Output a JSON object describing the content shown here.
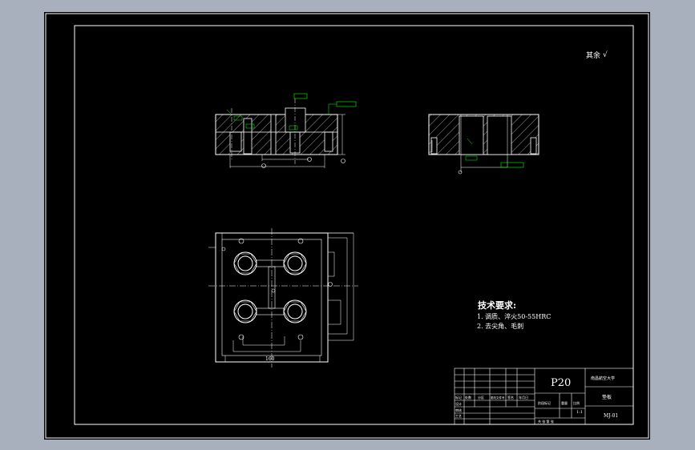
{
  "drawing": {
    "roughness_note": "其余",
    "technical_requirements": {
      "title": "技术要求:",
      "items": [
        "1. 调质、淬火50-55HRC",
        "2. 去尖角、毛刺"
      ]
    },
    "title_block": {
      "part_code": "P20",
      "school": "南昌航空大学",
      "part_name": "垫板",
      "drawing_no": "MJ-01",
      "scale": "1:1",
      "header_labels": [
        "标记",
        "处数",
        "分区",
        "更改文件号",
        "签名",
        "年月日"
      ],
      "row_labels": [
        "设计",
        "审核",
        "工艺"
      ],
      "stage_label": "阶段标记",
      "weight_label": "重量",
      "scale_label": "比例",
      "sheet_text": "共 张 第 张"
    },
    "dimension_labels": {
      "bottom_width": "160"
    }
  },
  "colors": {
    "background": "#000000",
    "lines": "#ffffff",
    "annotations": "#00ff00",
    "border_outer": "#a9b0bd"
  }
}
